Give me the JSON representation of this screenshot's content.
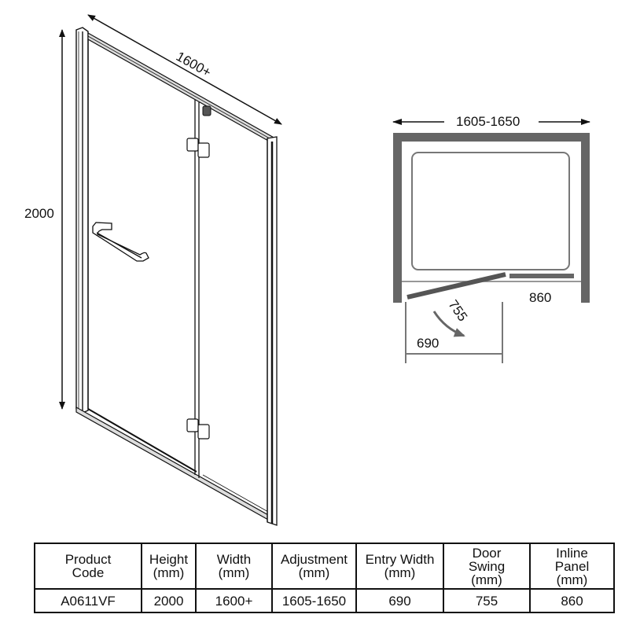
{
  "front_view": {
    "height_label": "2000",
    "width_label": "1600+"
  },
  "plan_view": {
    "overall_label": "1605-1650",
    "inline_panel_label": "860",
    "door_swing_label": "755",
    "entry_width_label": "690",
    "colors": {
      "wall": "#666666",
      "tray": "#777777",
      "door": "#555555"
    }
  },
  "spec_table": {
    "headers": [
      [
        "Product",
        "Code"
      ],
      [
        "Height",
        "(mm)"
      ],
      [
        "Width",
        "(mm)"
      ],
      [
        "Adjustment",
        "(mm)"
      ],
      [
        "Entry Width",
        "(mm)"
      ],
      [
        "Door",
        "Swing",
        "(mm)"
      ],
      [
        "Inline",
        "Panel",
        "(mm)"
      ]
    ],
    "rows": [
      [
        "A0611VF",
        "2000",
        "1600+",
        "1605-1650",
        "690",
        "755",
        "860"
      ]
    ]
  }
}
